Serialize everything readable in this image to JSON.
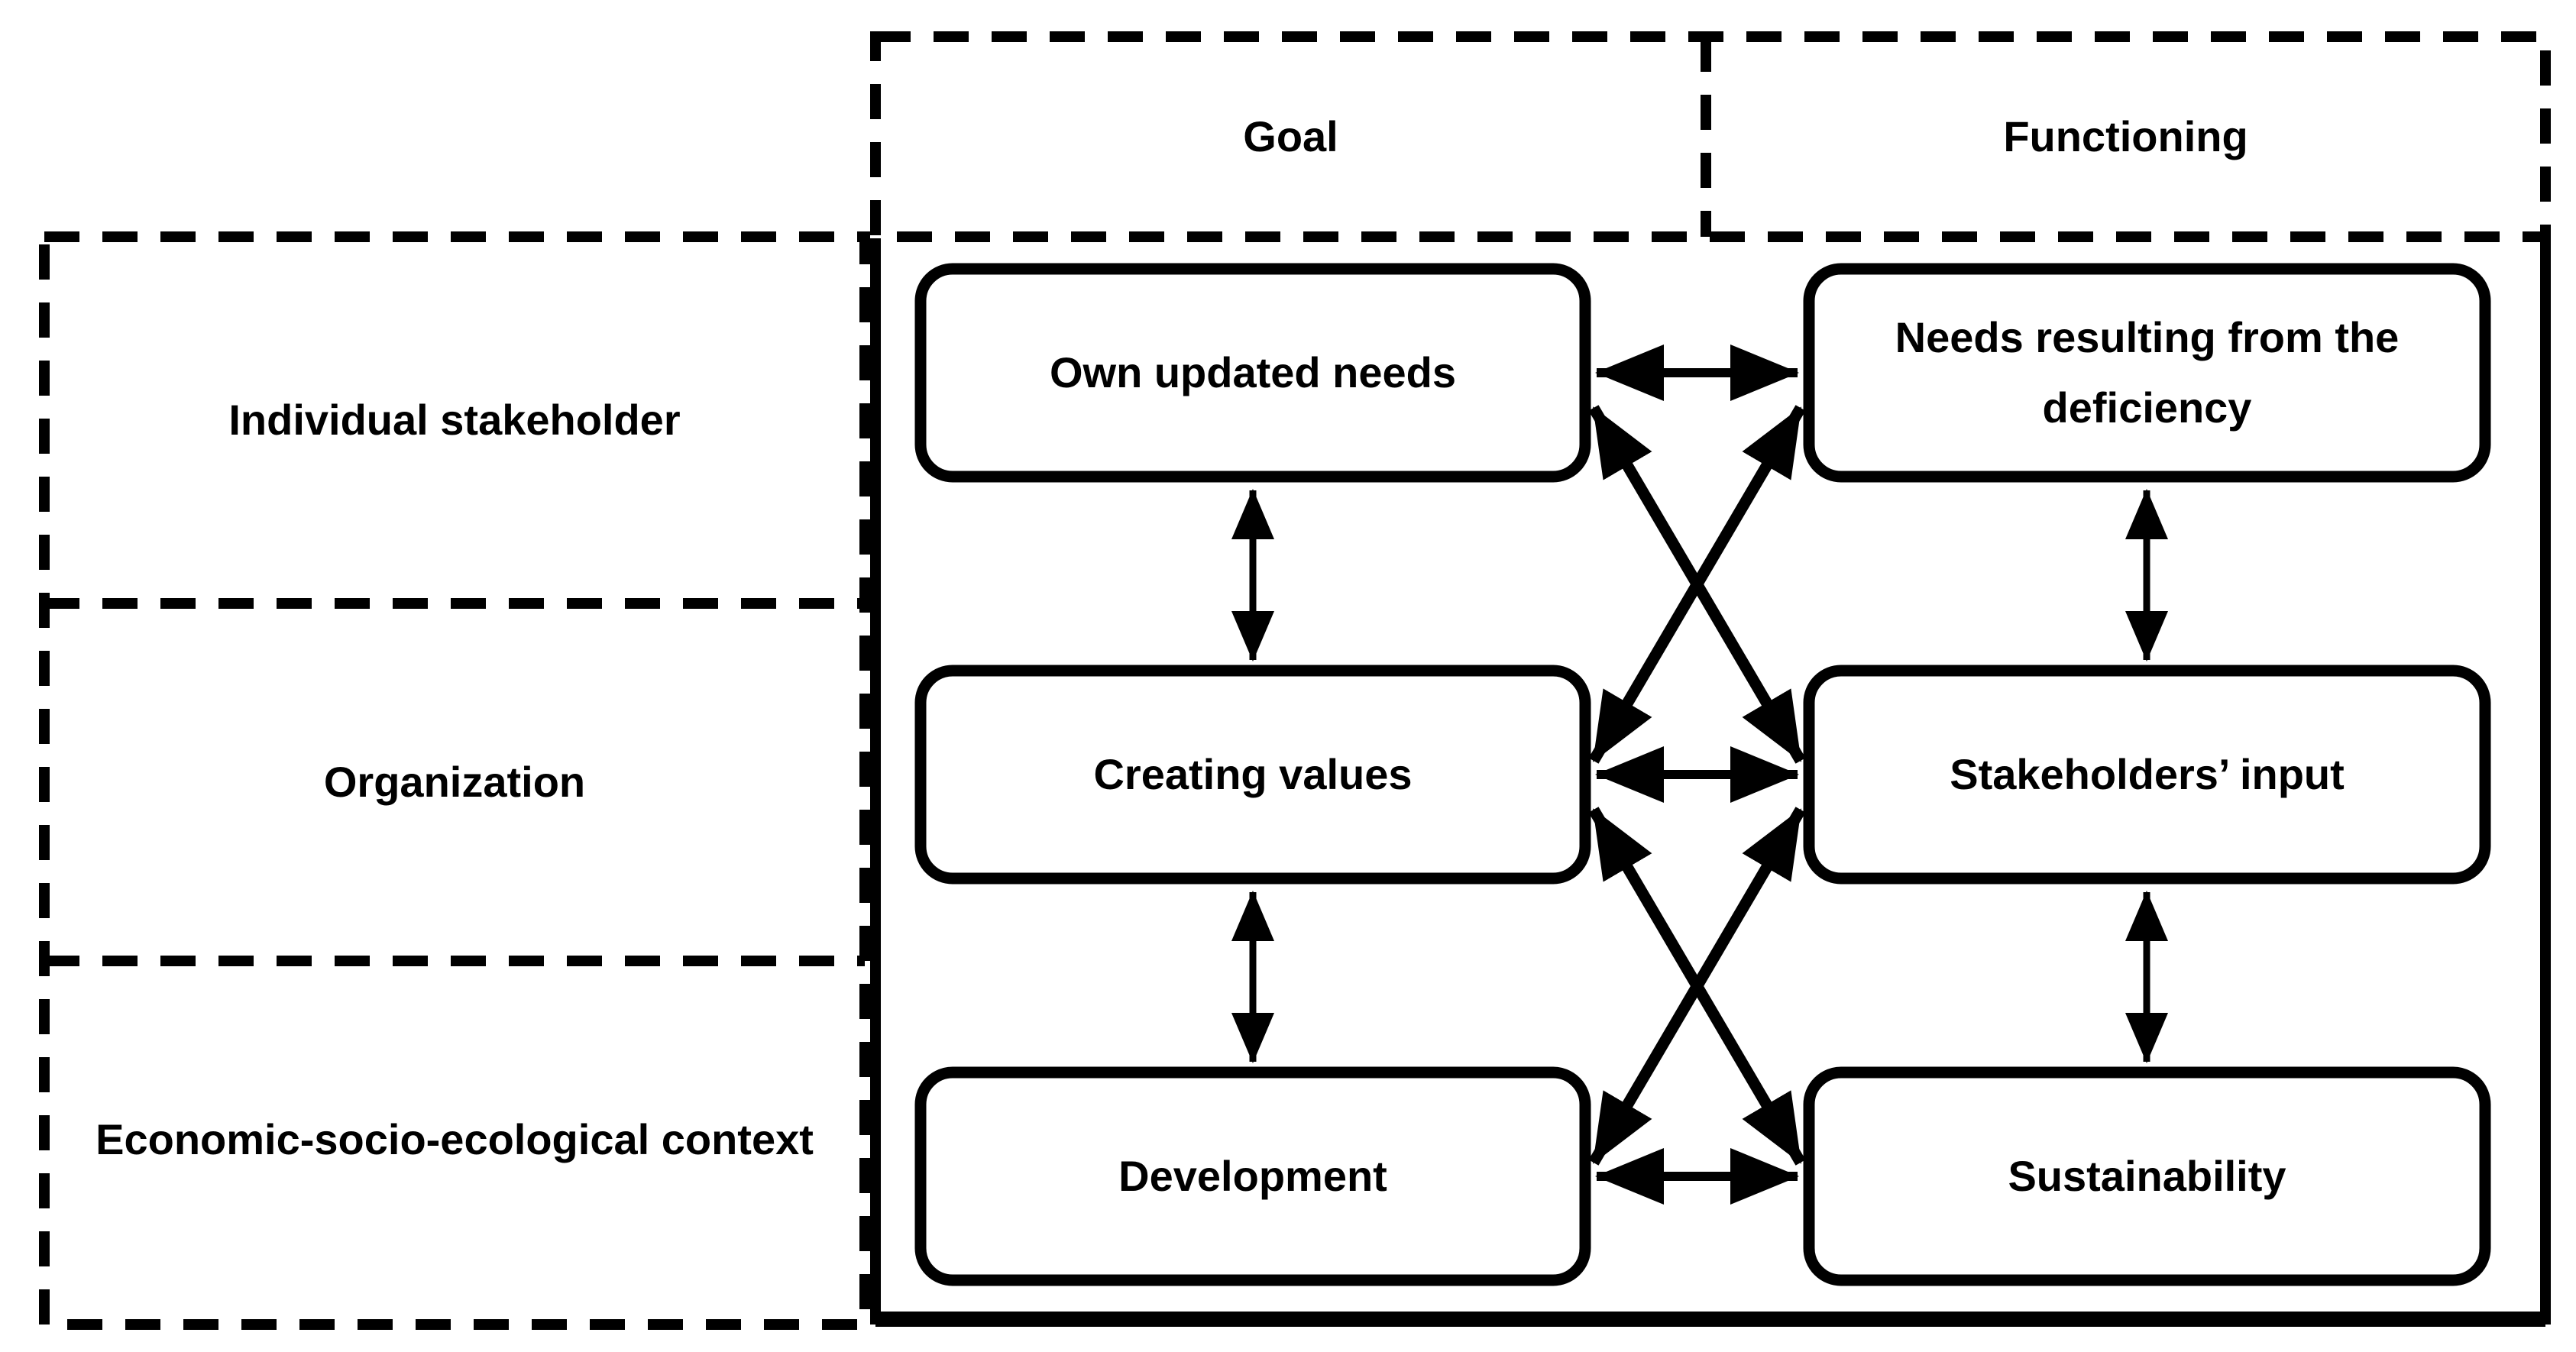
{
  "diagram": {
    "column_headers": {
      "goal": "Goal",
      "functioning": "Functioning"
    },
    "row_headers": {
      "individual_stakeholder": "Individual stakeholder",
      "organization": "Organization",
      "economic_socio_ecological_context": "Economic-socio-ecological context"
    },
    "nodes": {
      "own_updated_needs": "Own updated needs",
      "needs_resulting_from_deficiency": "Needs resulting from the deficiency",
      "creating_values": "Creating values",
      "stakeholders_input": "Stakeholders’ input",
      "development": "Development",
      "sustainability": "Sustainability"
    },
    "colors": {
      "ink": "#000000",
      "background": "#ffffff"
    }
  }
}
